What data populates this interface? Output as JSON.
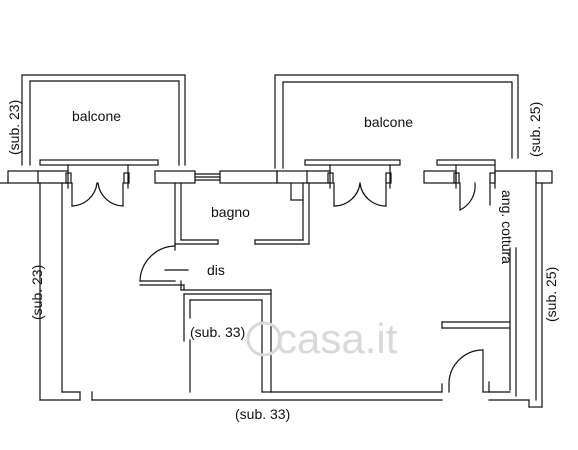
{
  "labels": {
    "balcone_left": "balcone",
    "balcone_right": "balcone",
    "bagno": "bagno",
    "dis": "dis",
    "ang_cottura": "ang. cottura",
    "sub23_top": "(sub. 23)",
    "sub23_side": "(sub. 23)",
    "sub25_top": "(sub. 25)",
    "sub25_side": "(sub. 25)",
    "sub33_inner": "(sub. 33)",
    "sub33_bottom": "(sub. 33)"
  },
  "watermark": "casa.it",
  "colors": {
    "line": "#111111",
    "watermark": "#d9d9d9"
  }
}
